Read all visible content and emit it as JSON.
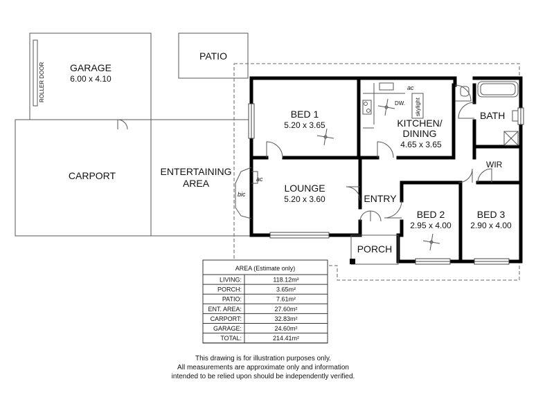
{
  "rooms": {
    "garage": {
      "name": "GARAGE",
      "dims": "6.00 x 4.10",
      "door": "ROLLER DOOR"
    },
    "patio": {
      "name": "PATIO"
    },
    "carport": {
      "name": "CARPORT"
    },
    "entertaining": {
      "line1": "ENTERTAINING",
      "line2": "AREA"
    },
    "bed1": {
      "name": "BED 1",
      "dims": "5.20 x 3.65"
    },
    "kitchen": {
      "line1": "KITCHEN/",
      "line2": "DINING",
      "dims": "4.65 x 3.65"
    },
    "bath": {
      "name": "BATH"
    },
    "wir": {
      "name": "WIR"
    },
    "lounge": {
      "name": "LOUNGE",
      "dims": "5.20 x 3.60"
    },
    "entry": {
      "name": "ENTRY"
    },
    "bed2": {
      "name": "BED 2",
      "dims": "2.95 x 4.00"
    },
    "bed3": {
      "name": "BED 3",
      "dims": "2.90 x 4.00"
    },
    "porch": {
      "name": "PORCH"
    }
  },
  "fixtures": {
    "ac": "ac",
    "bic": "bic",
    "dw": "DW.",
    "skylight": "skylight"
  },
  "area_table": {
    "title": "AREA (Estimate only)",
    "rows": [
      {
        "label": "LIVING:",
        "value": "118.12m²"
      },
      {
        "label": "PORCH:",
        "value": "3.65m²"
      },
      {
        "label": "PATIO:",
        "value": "7.61m²"
      },
      {
        "label": "ENT. AREA:",
        "value": "27.60m²"
      },
      {
        "label": "CARPORT:",
        "value": "32.83m²"
      },
      {
        "label": "GARAGE:",
        "value": "24.60m²"
      },
      {
        "label": "TOTAL:",
        "value": "214.41m²"
      }
    ]
  },
  "disclaimer": {
    "line1": "This drawing is for illustration purposes only.",
    "line2": "All measurements are approximate only and information",
    "line3": "intended to be relied upon should be independently verified."
  }
}
